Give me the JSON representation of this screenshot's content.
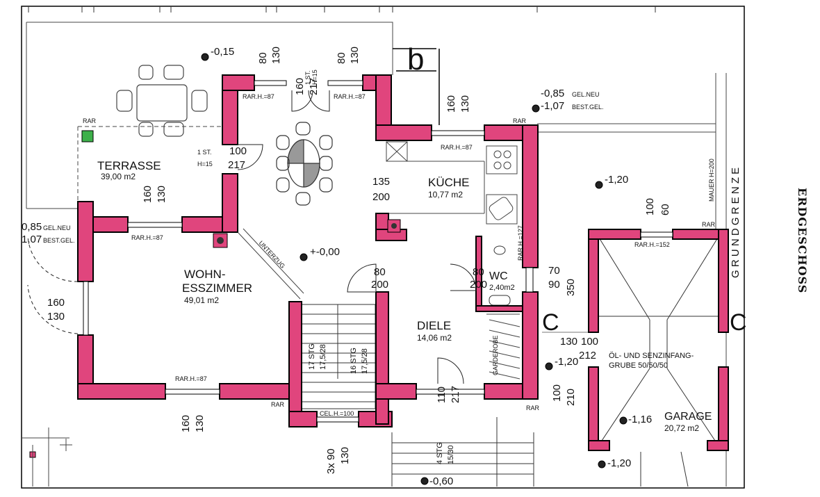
{
  "side_title": "ERDGESCHOSS",
  "rooms": {
    "terrasse": {
      "name": "TERRASSE",
      "area": "39,00 m2"
    },
    "kueche": {
      "name": "KÜCHE",
      "area": "10,77 m2"
    },
    "wohn": {
      "name1": "WOHN-",
      "name2": "ESSZIMMER",
      "area": "49,01 m2"
    },
    "wc": {
      "name": "WC",
      "area": "2,40m2"
    },
    "diele": {
      "name": "DIELE",
      "area": "14,06 m2"
    },
    "garage": {
      "name": "GARAGE",
      "area": "20,72 m2"
    },
    "grube": {
      "line1": "ÖL- UND SENZINFANG-",
      "line2": "GRUBE 50/50/50"
    }
  },
  "elevations": {
    "top": "-0,15",
    "kitchen_outside_1": "-0,85",
    "kitchen_outside_1_tag": "GEL.NEU",
    "kitchen_outside_2": "-1,07",
    "kitchen_outside_2_tag": "BEST.GEL.",
    "right_yard": "-1,20",
    "left_1": "0,85",
    "left_1_tag": "GEL.NEU",
    "left_2": "1,07",
    "left_2_tag": "BEST.GEL.",
    "living": "+-0,00",
    "garage_entry": "-1,20",
    "garage": "-1,16",
    "garage_bottom": "-1,20",
    "stairs_bottom": "-0,60"
  },
  "annotations": {
    "rar": "RAR",
    "rarh87": "RAR.H.=87",
    "rarh127": "RAR.H.=127",
    "rarh152": "RAR.H.=152",
    "celh100": "CEL.H.=100",
    "unterzug": "UNTERZUG",
    "garderobe": "GARDEROBE",
    "mauer": "MAUER H=200",
    "grundgrenze": "G R U N D G R E N Z E",
    "st1": "1 ST.",
    "h15": "H=15",
    "stairs_a": "17 STG",
    "stairs_a2": "17,5/28",
    "stairs_b": "16 STG",
    "stairs_b2": "17,5/28",
    "stairs_c": "4 STG",
    "stairs_c2": "15/30",
    "axis_b": "b",
    "axis_c": "C"
  },
  "dims": {
    "d80a": "80",
    "d130a": "130",
    "d80b": "80",
    "d130b": "130",
    "d160door": "160",
    "d217door": "217",
    "d160k": "160",
    "d130k": "130",
    "d100t": "100",
    "d217t": "217",
    "d135": "135",
    "d200k": "200",
    "d160t": "160",
    "d130t": "130",
    "d160l": "160",
    "d130l": "130",
    "d80d": "80",
    "d200d": "200",
    "d80wc": "80",
    "d200wc": "200",
    "d70": "70",
    "d90": "90",
    "d350": "350",
    "d100g": "100",
    "d60g": "60",
    "d130g": "130",
    "d100g2": "100",
    "d212": "212",
    "d110": "110",
    "d217e": "217",
    "d100e": "100",
    "d210": "210",
    "d160b": "160",
    "d130b2": "130",
    "d3x90": "3x 90",
    "d130s": "130"
  }
}
